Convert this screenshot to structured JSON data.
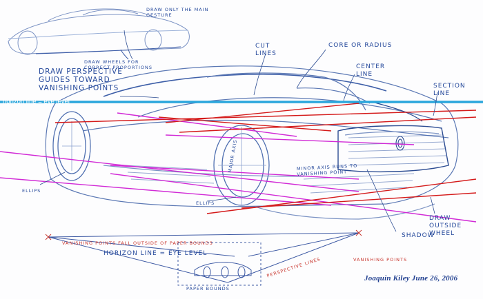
{
  "colors": {
    "sketch": "#5b78b4",
    "sketch_dark": "#2c4c92",
    "horizon": "#2aa6dc",
    "magenta": "#d12ad6",
    "red": "#d41a1a",
    "annotation_red": "#c8342c",
    "annotation_blue": "#23479a"
  },
  "annotations": {
    "draw_only_man_gesture": "DRAW ONLY THE MAIN GESTURE",
    "wheels_correct": "DRAW WHEELS FOR CORRECT PROPORTIONS",
    "cut_lines": "CUT LINES",
    "core_radius": "CORE OR RADIUS",
    "center_line": "CENTER LINE",
    "perspective_guides": "DRAW PERSPECTIVE GUIDES TOWARD VANISHING POINTS",
    "section_line": "SECTION LINE",
    "horizon_line": "horizon line = eye level",
    "ellips_left": "ELLIPS",
    "ellips_bottom": "ELLIPS",
    "major_axis_wheel": "MAJOR AXIS",
    "minor_axis": "MINOR AXIS RUNS TO VANISHING POINT",
    "shadow": "SHADOW",
    "draw_outside_wheel": "DRAW OUTSIDE WHEEL",
    "vp_fall_outside": "VANISHING POINTS FALL OUTSIDE OF PAPER BOUNDS",
    "horizon_eye_level": "HORIZON LINE = EYE LEVEL",
    "perspective_lines": "PERSPECTIVE LINES",
    "vanishing_points": "VANISHING POINTS",
    "paper_bounds": "PAPER BOUNDS",
    "signature": "Joaquin Kiley June 26, 2006"
  }
}
